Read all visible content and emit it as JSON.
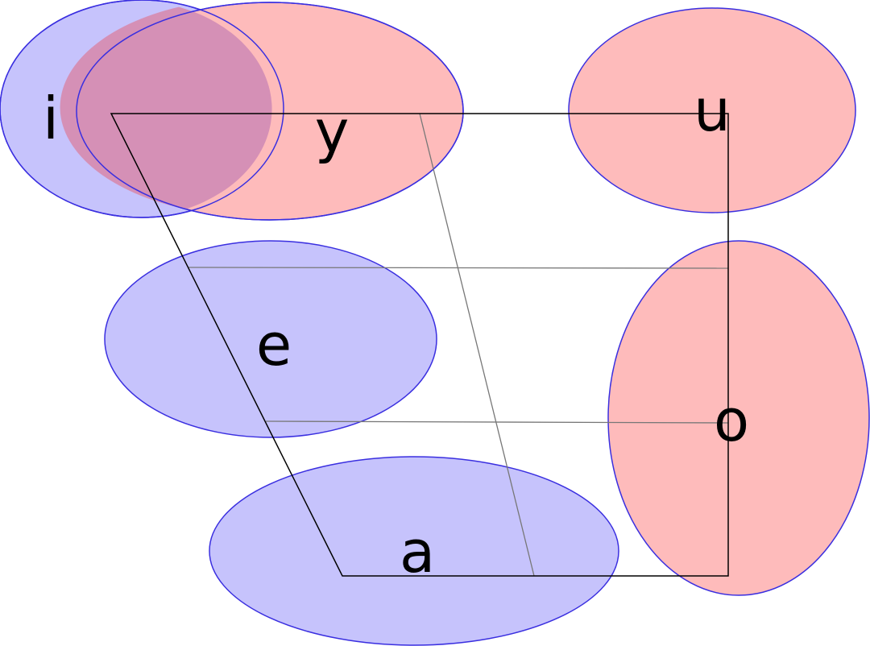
{
  "colors": {
    "front_region_fill": "#C6C3FC",
    "rounded_region_fill": "#FEBBBB",
    "region_stroke": "#3A2FE0",
    "overlap_fill": "#D590B6",
    "outline_stroke": "#000000",
    "grid_stroke": "#777777"
  },
  "vowels": {
    "i": "i",
    "y": "y",
    "u": "u",
    "e": "e",
    "o": "o",
    "a": "a"
  }
}
